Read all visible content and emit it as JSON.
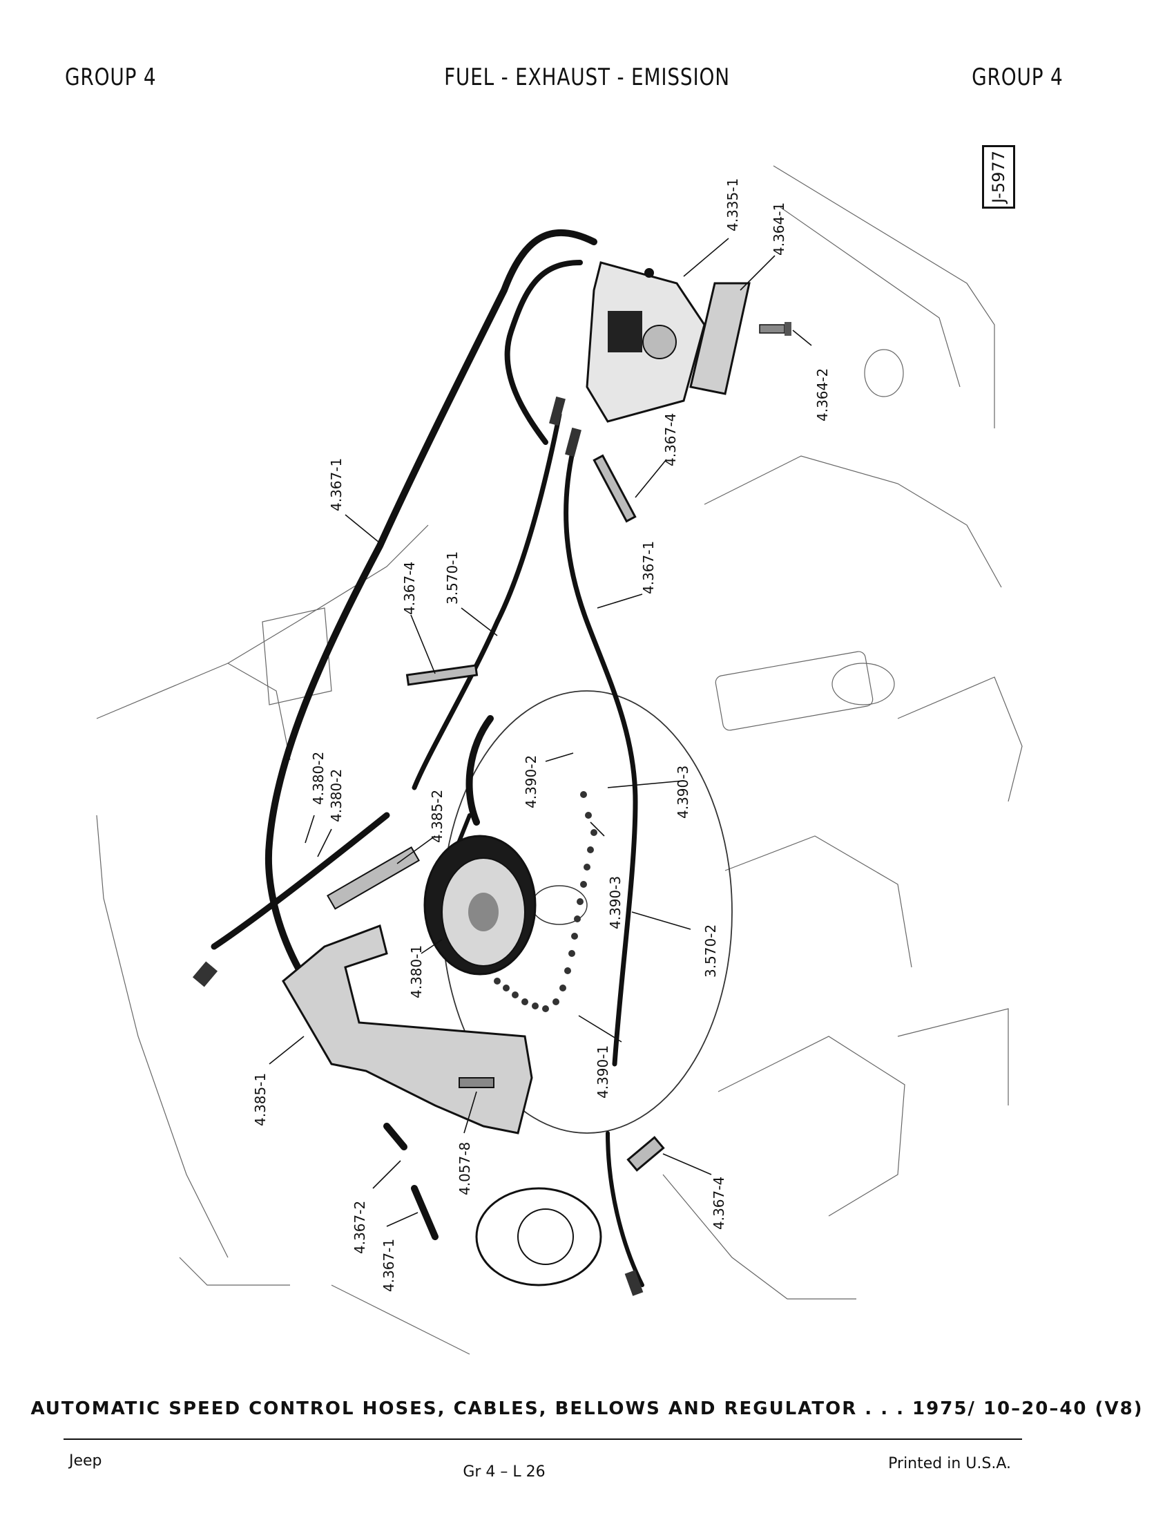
{
  "header": {
    "left": "GROUP 4",
    "center": "FUEL - EXHAUST - EMISSION",
    "right": "GROUP 4"
  },
  "figure_id": "J-5977",
  "callouts": [
    "4.335-1",
    "4.364-1",
    "4.364-2",
    "4.367-4",
    "4.367-1",
    "3.570-1",
    "4.367-4",
    "4.367-1",
    "4.380-2",
    "4.380-2",
    "4.385-2",
    "4.390-2",
    "4.390-3",
    "4.390-3",
    "3.570-2",
    "4.380-1",
    "4.390-1",
    "4.385-1",
    "4.057-8",
    "4.367-4",
    "4.367-2",
    "4.367-1"
  ],
  "caption": "AUTOMATIC SPEED CONTROL HOSES, CABLES, BELLOWS AND REGULATOR . . . 1975/   10–20–40 (V8)",
  "footer": {
    "left": "Jeep",
    "center": "Gr 4 – L 26",
    "right": "Printed in U.S.A."
  }
}
